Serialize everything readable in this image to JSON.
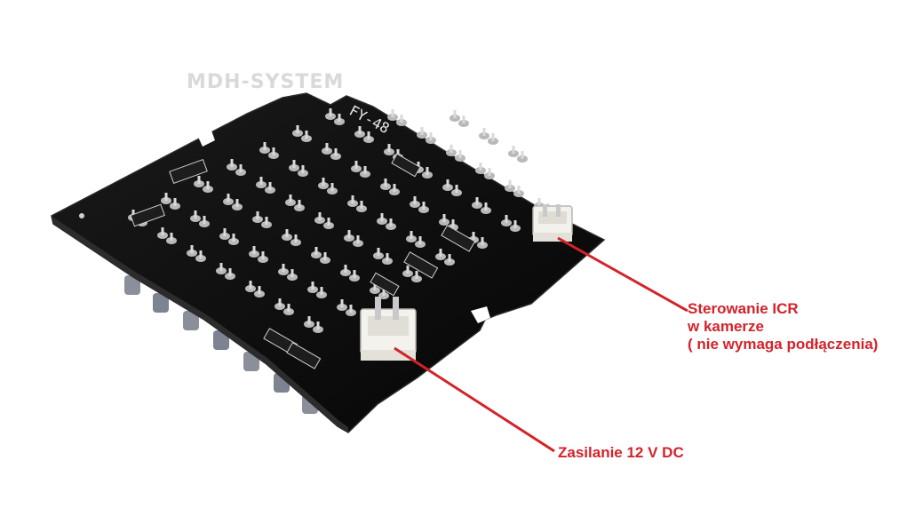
{
  "watermark": "MDH-SYSTEM",
  "pcb": {
    "model_marking": "FY-48",
    "colors": {
      "board": "#0b0b0b",
      "pad": "#b9b9b9",
      "connector": "#f2f1ec",
      "leader": "#d3232a"
    }
  },
  "callouts": {
    "icr": {
      "line1": "Sterowanie ICR",
      "line2": "w kamerze",
      "line3": "( nie wymaga podłączenia)"
    },
    "power": {
      "label": "Zasilanie 12 V DC"
    }
  }
}
